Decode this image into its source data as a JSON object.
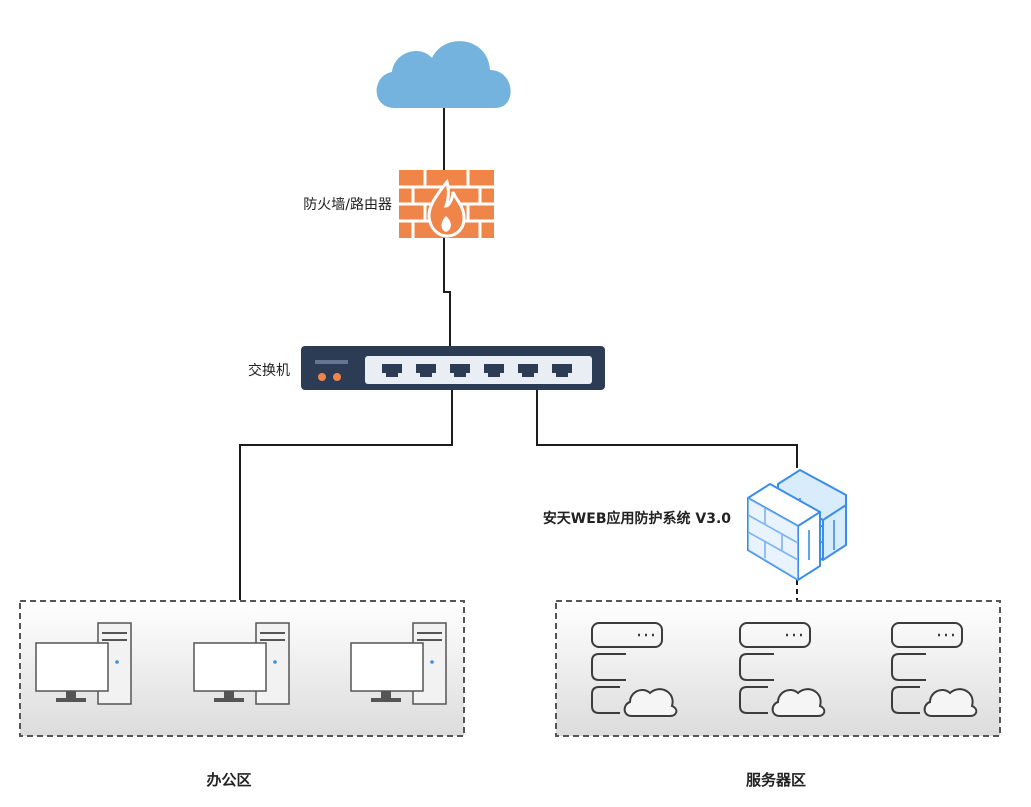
{
  "nodes": {
    "firewall_label": "防火墙/路由器",
    "switch_label": "交换机",
    "waf_label": "安天WEB应用防护系统 V3.0"
  },
  "zones": {
    "office_label": "办公区",
    "server_label": "服务器区"
  },
  "colors": {
    "cloud": "#74b3dd",
    "firewall": "#f0854a",
    "switch_body": "#2d3c55",
    "waf_blue": "#3a8de8",
    "zone_border": "#555555"
  }
}
